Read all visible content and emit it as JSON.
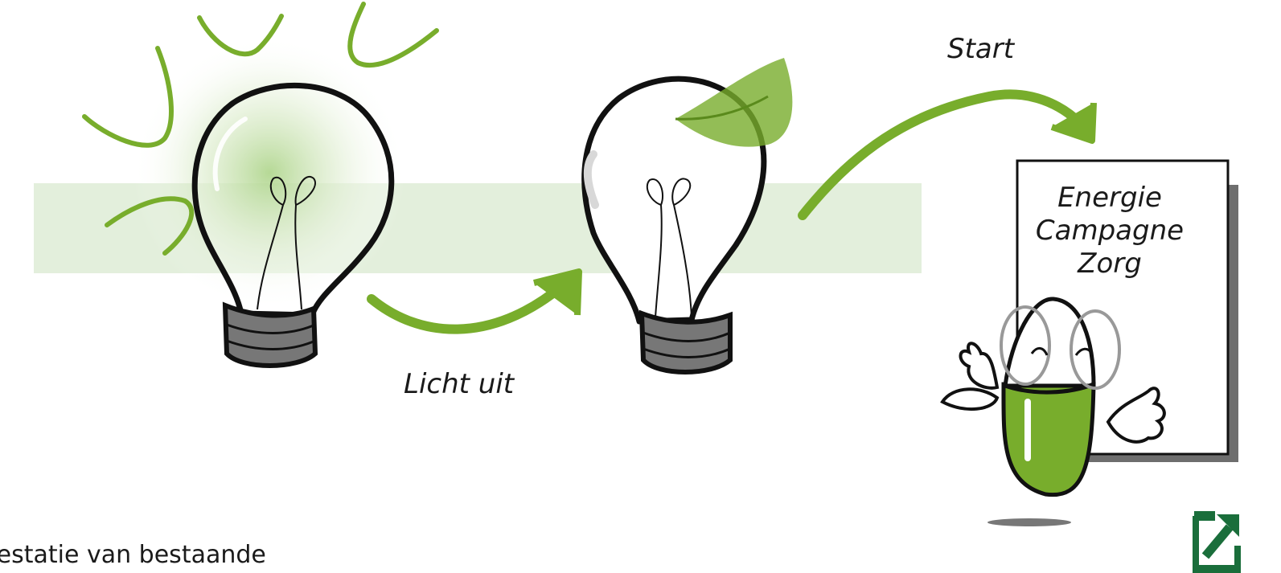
{
  "labels": {
    "start": "Start",
    "licht_uit": "Licht uit"
  },
  "card": {
    "lines": [
      "Energie",
      "Campagne",
      "Zorg"
    ]
  },
  "footer": {
    "text": "restatie van bestaande"
  },
  "icons": {
    "expand": "expand-icon",
    "bulb_on": "lightbulb-on-icon",
    "bulb_leaf": "lightbulb-leaf-icon",
    "mascot": "pill-mascot-icon"
  },
  "colors": {
    "accent_green": "#78ad2c",
    "dark_green": "#1a6e3b",
    "band": "#e3efdc",
    "bulb_base": "#777777",
    "text": "#1a1a1a"
  }
}
